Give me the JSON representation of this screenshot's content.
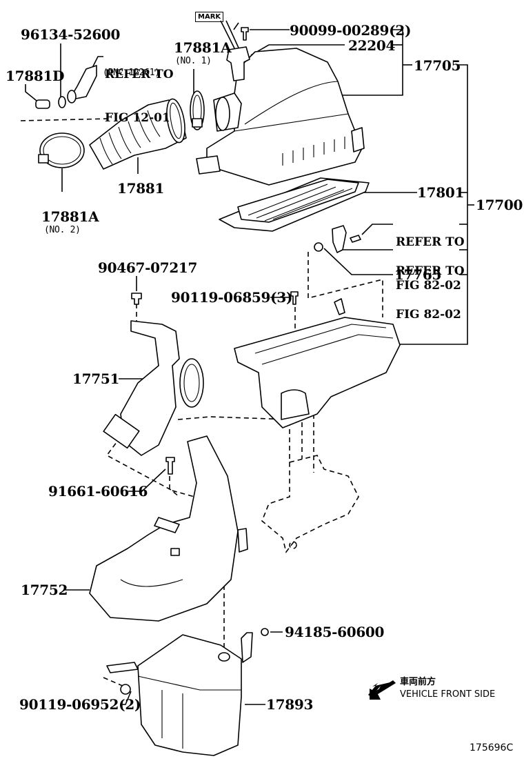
{
  "diagram": {
    "type": "exploded parts diagram",
    "title": "Air cleaner assembly",
    "figure_code": "175696C",
    "direction_indicator": {
      "icon": "arrow-down-left",
      "label_jp": "車両前方",
      "label_en": "VEHICLE FRONT SIDE"
    },
    "mark_label": "MARK",
    "parts": {
      "p96134": {
        "number": "96134-52600"
      },
      "p17881D": {
        "number": "17881D"
      },
      "ref1201": {
        "line1": "REFER TO",
        "line2": "FIG 12-01",
        "line3": "(PNC 12261)"
      },
      "p17881A_1": {
        "number": "17881A",
        "note": "(NO. 1)"
      },
      "p90099": {
        "number": "90099-00289(2)"
      },
      "p22204": {
        "number": "22204"
      },
      "p17705": {
        "number": "17705"
      },
      "p17881": {
        "number": "17881"
      },
      "p17881A_2": {
        "number": "17881A",
        "note": "(NO. 2)"
      },
      "p17801": {
        "number": "17801"
      },
      "p17700": {
        "number": "17700"
      },
      "ref8202a": {
        "line1": "REFER TO",
        "line2": "FIG 82-02"
      },
      "ref8202b": {
        "line1": "REFER TO",
        "line2": "FIG 82-02"
      },
      "p17765": {
        "number": "17765"
      },
      "p90467": {
        "number": "90467-07217"
      },
      "p90119_3": {
        "number": "90119-06859(3)"
      },
      "p17751": {
        "number": "17751"
      },
      "p91661": {
        "number": "91661-60616"
      },
      "p17752": {
        "number": "17752"
      },
      "p94185": {
        "number": "94185-60600"
      },
      "p90119_2": {
        "number": "90119-06952(2)"
      },
      "p17893": {
        "number": "17893"
      }
    }
  }
}
